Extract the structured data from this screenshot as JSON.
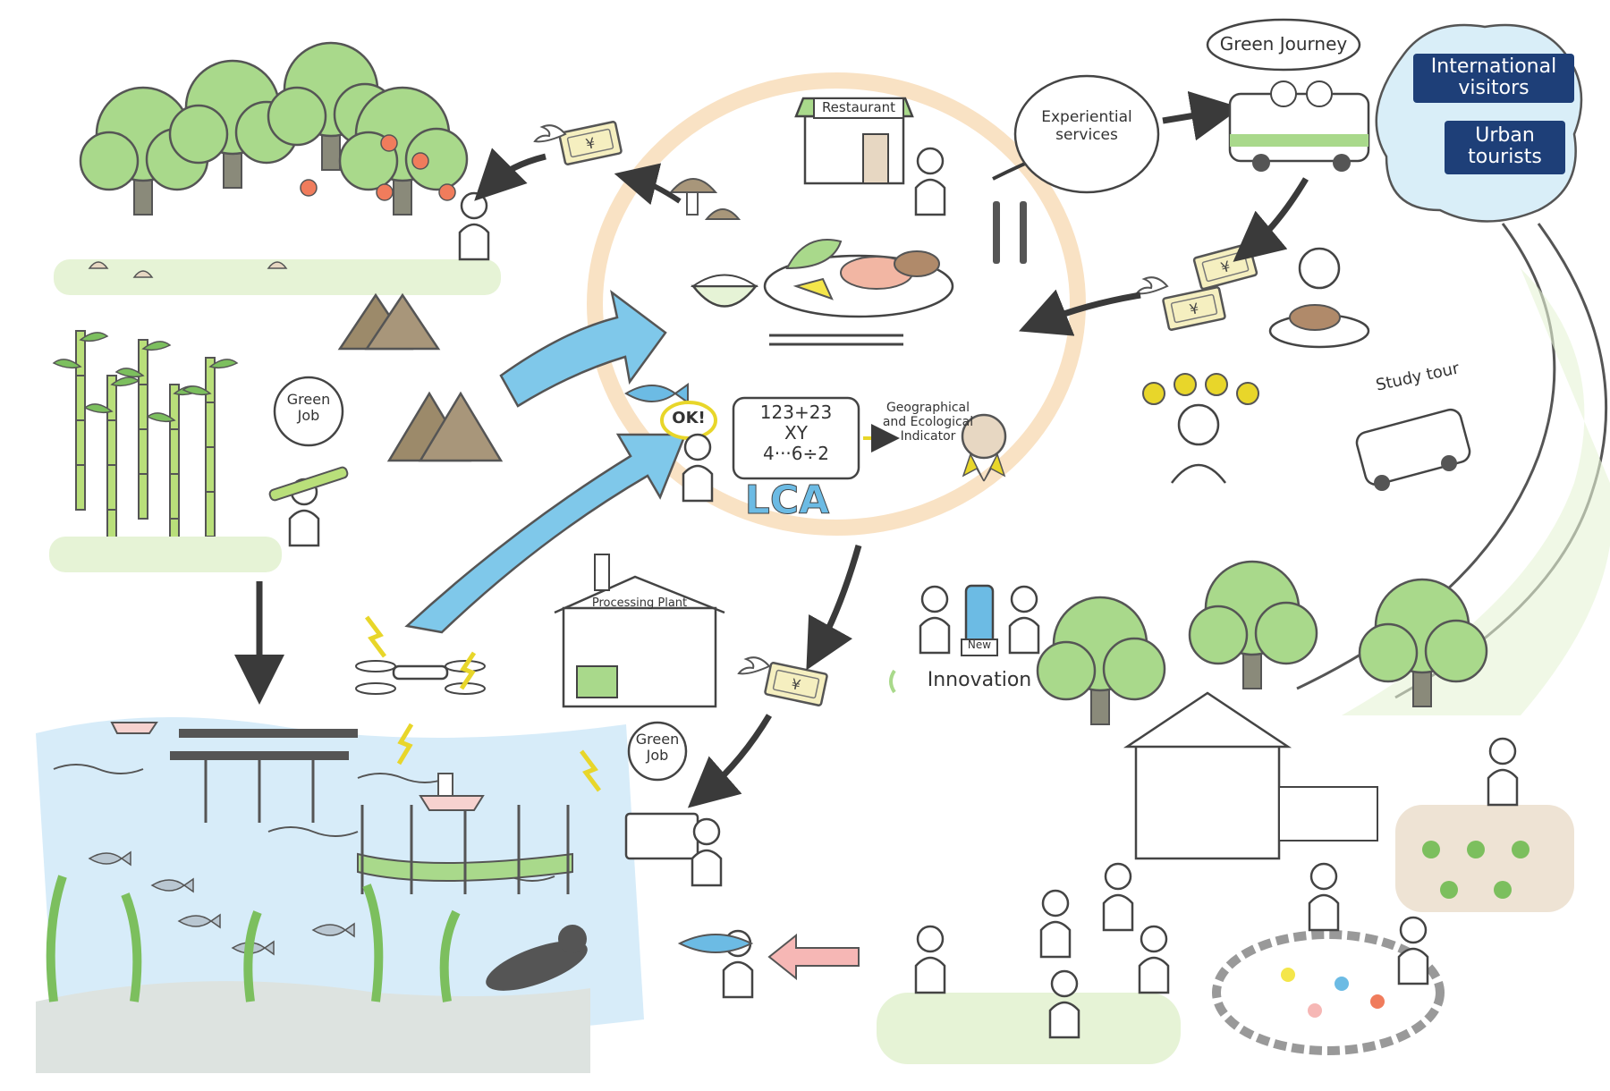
{
  "labels": {
    "restaurant": "Restaurant",
    "experiential_services": "Experiential services",
    "green_journey": "Green Journey",
    "international_visitors": "International visitors",
    "urban_tourists": "Urban tourists",
    "study_tour": "Study tour",
    "green_job_forest": "Green Job",
    "green_job_office": "Green Job",
    "processing_plant": "Processing Plant",
    "innovation": "Innovation",
    "new": "New",
    "ok": "OK!",
    "math_line1": "123+23",
    "math_line2": "XY",
    "math_line3": "4···6÷2",
    "lca": "LCA",
    "geo_indicator": "Geographical and Ecological Indicator",
    "yen": "¥"
  },
  "colors": {
    "ring": "#f9e2c4",
    "big_arrow": "#7fc8ea",
    "pink_arrow": "#f6b7b5",
    "dark_arrow": "#3a3a3a",
    "tree_green": "#a9d98b",
    "leaf_dark": "#7cbf5e",
    "water": "#d7ecf9",
    "navy_badge": "#1e3f78",
    "cloud_blue": "#d9eef8",
    "money": "#f5efc0",
    "lca_yellow": "#f4e64a",
    "lca_blue": "#6cbbe4"
  }
}
